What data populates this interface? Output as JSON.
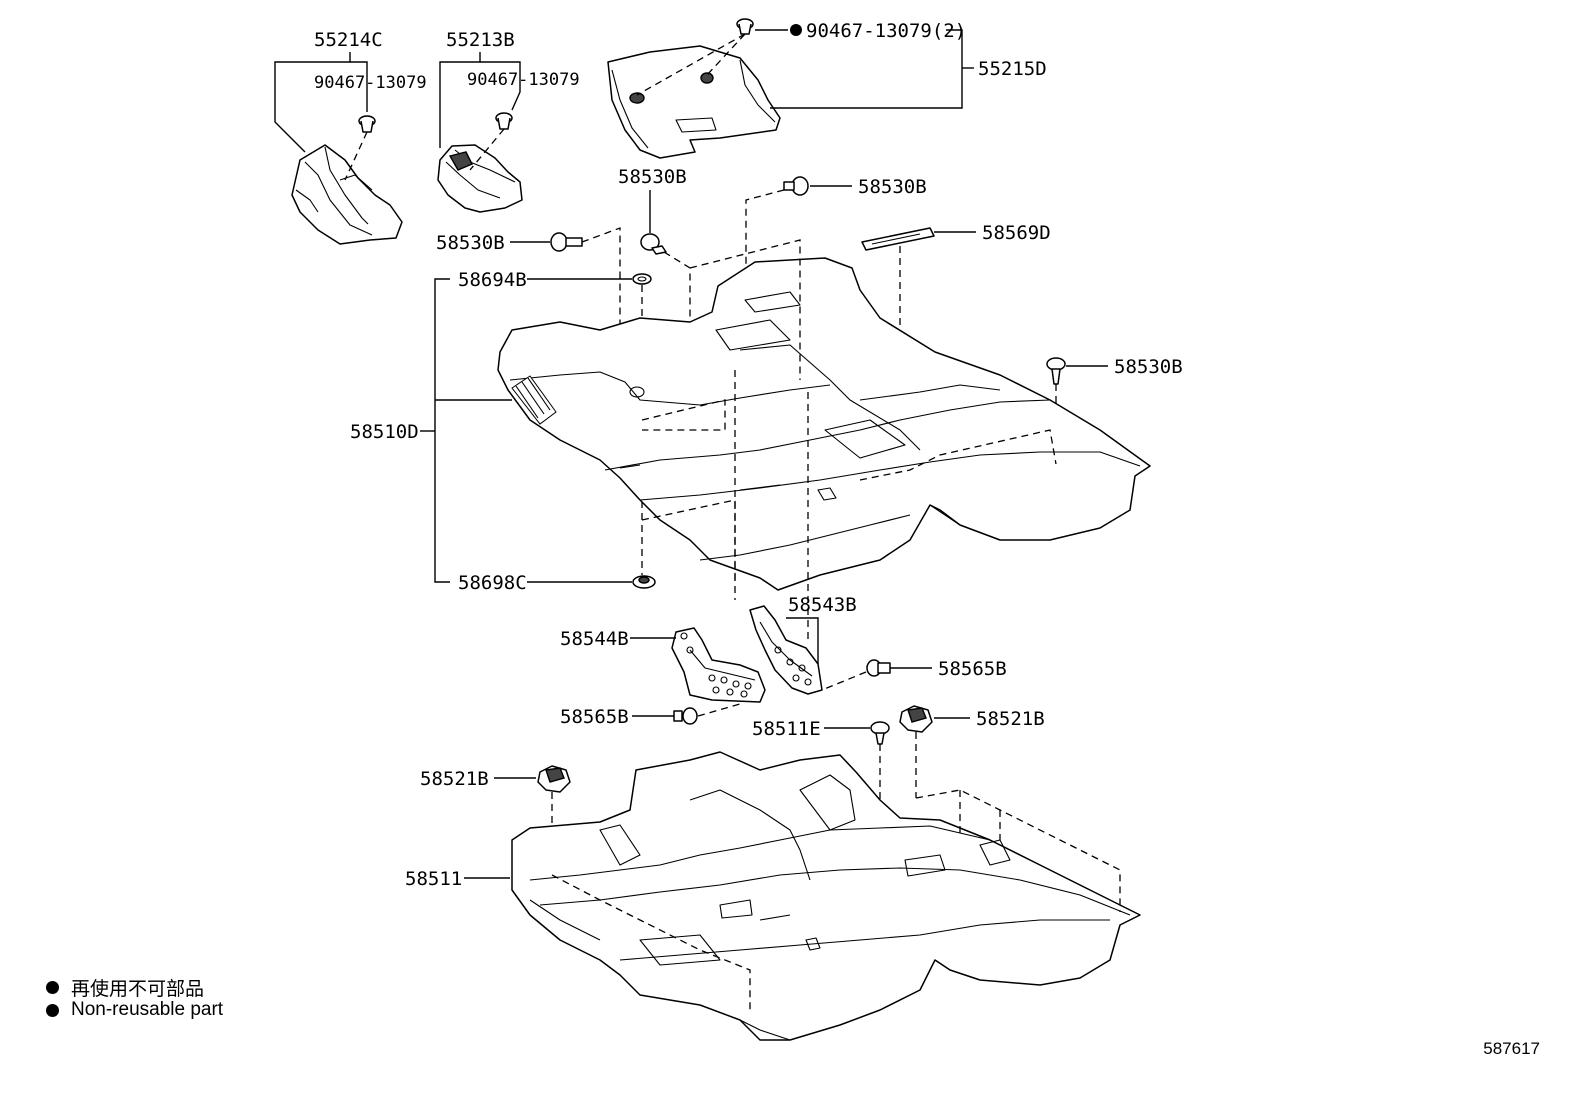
{
  "labels": {
    "l55214C": "55214C",
    "l90467_a": "90467-13079",
    "l55213B": "55213B",
    "l90467_b": "90467-13079",
    "l90467_c": "90467-13079(2)",
    "l55215D": "55215D",
    "l58530B_a": "58530B",
    "l58530B_b": "58530B",
    "l58530B_c": "58530B",
    "l58530B_d": "58530B",
    "l58569D": "58569D",
    "l58694B": "58694B",
    "l58510D": "58510D",
    "l58698C": "58698C",
    "l58543B": "58543B",
    "l58544B": "58544B",
    "l58565B_a": "58565B",
    "l58565B_b": "58565B",
    "l58511E": "58511E",
    "l58521B_a": "58521B",
    "l58521B_b": "58521B",
    "l58511": "58511"
  },
  "legend": {
    "japanese": "再使用不可部品",
    "english": "Non-reusable part"
  },
  "reference_number": "587617",
  "colors": {
    "ink": "#000000",
    "background": "#ffffff"
  }
}
